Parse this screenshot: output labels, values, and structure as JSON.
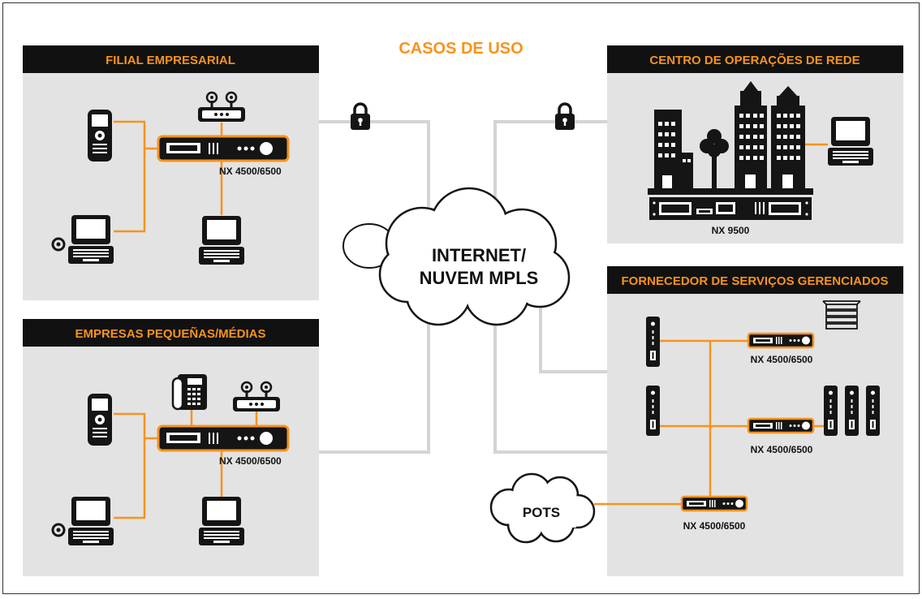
{
  "title": "CASOS DE USO",
  "colors": {
    "accent": "#F7931E",
    "panel": "#E3E3E3",
    "header": "#111111",
    "link": "#D4D4D4"
  },
  "cloud": {
    "line1": "INTERNET/",
    "line2": "NUVEM MPLS"
  },
  "pots": "POTS",
  "panels": {
    "filial": {
      "title": "FILIAL EMPRESARIAL",
      "device_label": "NX 4500/6500"
    },
    "pme": {
      "title": "EMPRESAS PEQUEÑAS/MÉDIAS",
      "device_label": "NX 4500/6500"
    },
    "noc": {
      "title": "CENTRO DE OPERAÇÕES DE REDE",
      "device_label": "NX 9500"
    },
    "msp": {
      "title": "FORNECEDOR DE SERVIÇOS GERENCIADOS",
      "device1_label": "NX 4500/6500",
      "device2_label": "NX 4500/6500",
      "device3_label": "NX 4500/6500"
    }
  },
  "icons": [
    "lock-icon",
    "phone-icon",
    "laptop-icon",
    "router-icon",
    "appliance-icon",
    "building-icon",
    "tree-icon",
    "server-icon",
    "desk-phone-icon",
    "cloud-icon",
    "stack-icon"
  ]
}
